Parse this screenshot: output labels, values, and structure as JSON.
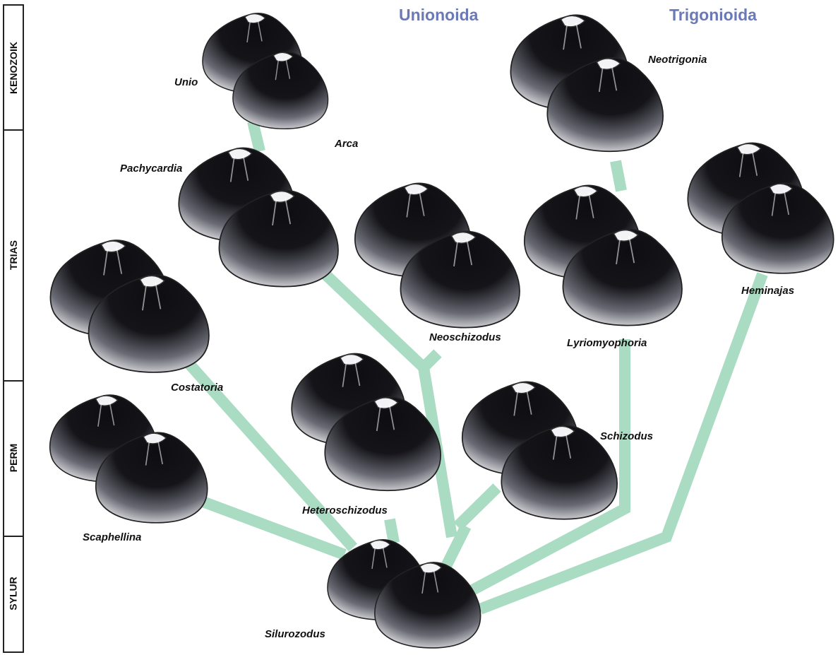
{
  "groups": {
    "left": "Unionoida",
    "right": "Trigonioida"
  },
  "time_periods": [
    "KENOZOIK",
    "TRIAS",
    "PERM",
    "SYLUR"
  ],
  "taxa": {
    "unio": "Unio",
    "arca": "Arca",
    "neotrigonia": "Neotrigonia",
    "pachycardia": "Pachycardia",
    "costatoria": "Costatoria",
    "neoschizodus": "Neoschizodus",
    "lyriomyophoria": "Lyriomyophoria",
    "heminajas": "Heminajas",
    "heteroschizodus": "Heteroschizodus",
    "schizodus": "Schizodus",
    "scaphellina": "Scaphellina",
    "silurozodus": "Silurozodus"
  },
  "colors": {
    "branch": "#a9dcc3",
    "group_title": "#6b79b6",
    "shell_dark": "#0d0d12",
    "shell_light": "#f4f4f7"
  },
  "icons": [
    "bivalve-shell-icon"
  ]
}
